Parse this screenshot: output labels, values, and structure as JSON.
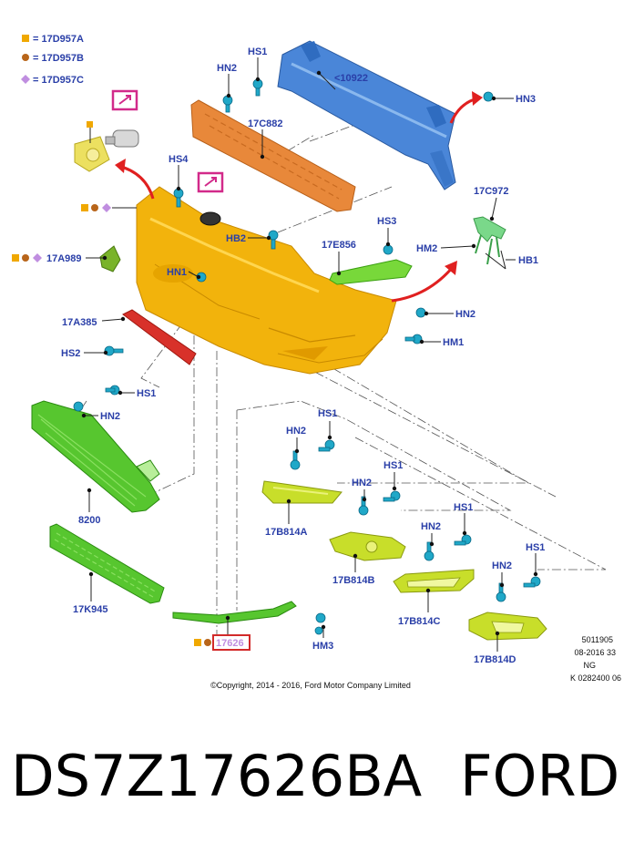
{
  "legend": [
    {
      "code": "= 17D957A",
      "shape": "square",
      "color": "#f0a800"
    },
    {
      "code": "= 17D957B",
      "shape": "circle",
      "color": "#b8651a"
    },
    {
      "code": "= 17D957C",
      "shape": "diamond",
      "color": "#c08ee0"
    }
  ],
  "labels": {
    "hn2_top": "HN2",
    "hs1_top": "HS1",
    "beam": "<10922",
    "hn3": "HN3",
    "absorber": "17C882",
    "hs4": "HS4",
    "bracket_r": "17C972",
    "hb2": "HB2",
    "hs3": "HS3",
    "strip": "17E856",
    "hm2": "HM2",
    "hb1": "HB1",
    "sensor_bracket": "17A989",
    "hn1": "HN1",
    "valance": "17A385",
    "hn2_r": "HN2",
    "hs2": "HS2",
    "hm1": "HM1",
    "hs1_grille": "HS1",
    "hn2_grille": "HN2",
    "grille": "8200",
    "lower_grille": "17K945",
    "hn2_a": "HN2",
    "hs1_a": "HS1",
    "bezel_a": "17B814A",
    "hn2_b": "HN2",
    "hs1_b": "HS1",
    "bezel_b": "17B814B",
    "hn2_c": "HN2",
    "hs1_c": "HS1",
    "bezel_c": "17B814C",
    "hn2_d": "HN2",
    "hs1_d": "HS1",
    "bezel_d": "17B814D",
    "molding": "17626",
    "hm3": "HM3"
  },
  "meta": {
    "ref1": "5011905",
    "ref2": "08-2016 33",
    "ref3": "NG",
    "ref4": "K 0282400 06",
    "copyright": "©Copyright, 2014 - 2016, Ford Motor Company Limited"
  },
  "part_number": "DS7Z17626BA",
  "brand": "FORD",
  "colors": {
    "bumper": "#f2b30c",
    "beam": "#4a86d8",
    "absorber": "#e8883a",
    "grille": "#57c62f",
    "bezel": "#c8de2a",
    "valance": "#d8312a",
    "clip": "#20a8c8",
    "label": "#2a3fa8",
    "highlight": "#d22a8a",
    "arrow": "#e02020"
  },
  "icons": [
    "external-link-icon",
    "clip-fastener-icon"
  ]
}
